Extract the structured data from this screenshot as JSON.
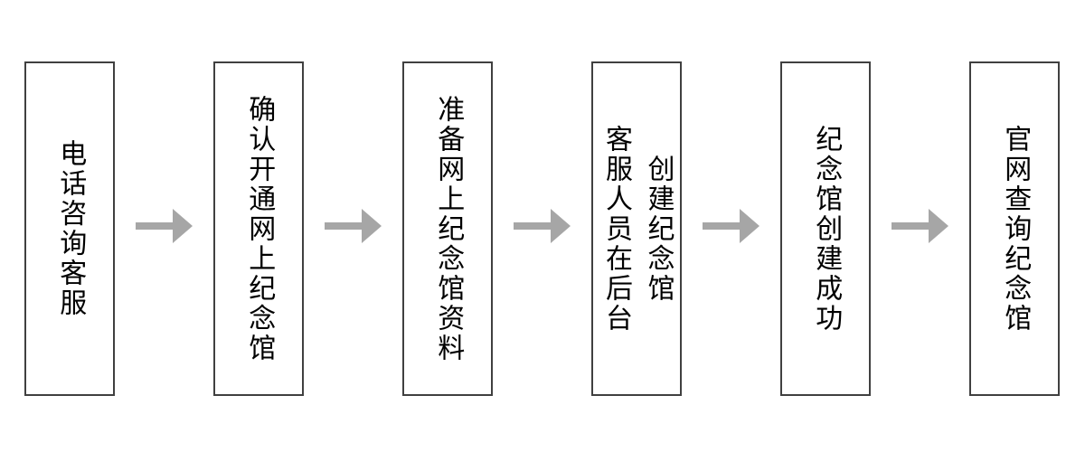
{
  "flow": {
    "direction": "left-to-right",
    "steps": [
      {
        "id": 1,
        "lines": [
          "电话咨询客服"
        ]
      },
      {
        "id": 2,
        "lines": [
          "确认开通网上纪念馆"
        ]
      },
      {
        "id": 3,
        "lines": [
          "准备网上纪念馆资料"
        ]
      },
      {
        "id": 4,
        "lines": [
          "客服人员在后台",
          "创建纪念馆"
        ]
      },
      {
        "id": 5,
        "lines": [
          "纪念馆创建成功"
        ]
      },
      {
        "id": 6,
        "lines": [
          "官网查询纪念馆"
        ]
      }
    ],
    "colors": {
      "arrow": "#a6a6a6",
      "box_border": "#404040",
      "text": "#000000",
      "background": "#ffffff"
    }
  }
}
